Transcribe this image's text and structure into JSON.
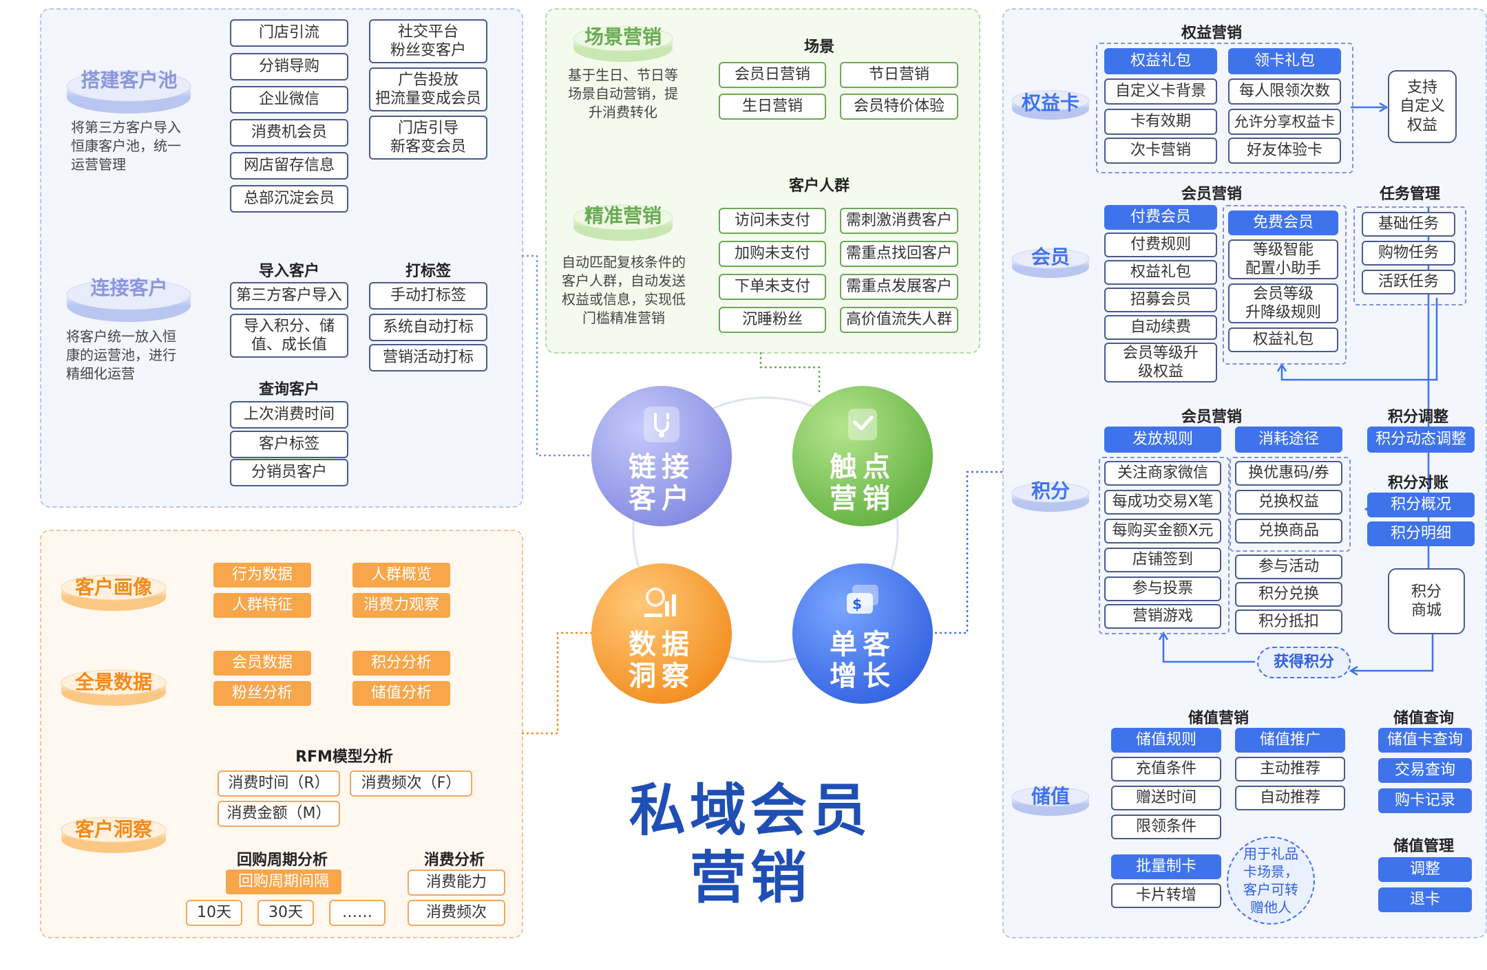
{
  "center": {
    "title_line1": "私域会员",
    "title_line2": "营销",
    "circles": {
      "link": [
        "链接",
        "客户"
      ],
      "touch": [
        "触点",
        "营销"
      ],
      "data": [
        "数据",
        "洞察"
      ],
      "growth": [
        "单客",
        "增长"
      ]
    }
  },
  "left_top": {
    "pool_label": "搭建客户池",
    "pool_desc": [
      "将第三方客户导入",
      "恒康客户池，统一",
      "运营管理"
    ],
    "pool_col1": [
      "门店引流",
      "分销导购",
      "企业微信",
      "消费机会员",
      "网店留存信息",
      "总部沉淀会员"
    ],
    "pool_col2": [
      [
        "社交平台",
        "粉丝变客户"
      ],
      [
        "广告投放",
        "把流量变成会员"
      ],
      [
        "门店引导",
        "新客变会员"
      ]
    ],
    "connect_label": "连接客户",
    "connect_desc": [
      "将客户统一放入恒",
      "康的运营池，进行",
      "精细化运营"
    ],
    "import_header": "导入客户",
    "import_items": [
      [
        "第三方客户导入"
      ],
      [
        "导入积分、储",
        "值、成长值"
      ]
    ],
    "tag_header": "打标签",
    "tag_items": [
      "手动打标签",
      "系统自动打标",
      "营销活动打标"
    ],
    "query_header": "查询客户",
    "query_items": [
      "上次消费时间",
      "客户标签",
      "分销员客户"
    ]
  },
  "top_mid": {
    "scene_label": "场景营销",
    "scene_desc": [
      "基于生日、节日等",
      "场景自动营销，提",
      "升消费转化"
    ],
    "scene_header": "场景",
    "scene_items": [
      "会员日营销",
      "节日营销",
      "生日营销",
      "会员特价体验"
    ],
    "precise_label": "精准营销",
    "precise_desc": [
      "自动匹配复核条件的",
      "客户人群，自动发送",
      "权益或信息，实现低",
      "门槛精准营销"
    ],
    "crowd_header": "客户人群",
    "crowd_items": [
      "访问未支付",
      "需刺激消费客户",
      "加购未支付",
      "需重点找回客户",
      "下单未支付",
      "需重点发展客户",
      "沉睡粉丝",
      "高价值流失人群"
    ]
  },
  "left_bottom": {
    "portrait_label": "客户画像",
    "portrait_items": [
      "行为数据",
      "人群概览",
      "人群特征",
      "消费力观察"
    ],
    "panorama_label": "全景数据",
    "panorama_items": [
      "会员数据",
      "积分分析",
      "粉丝分析",
      "储值分析"
    ],
    "insight_label": "客户洞察",
    "rfm_header": "RFM模型分析",
    "rfm_items": [
      "消费时间（R）",
      "消费频次（F）",
      "消费金额（M）"
    ],
    "repurchase_header": "回购周期分析",
    "repurchase_main": "回购周期间隔",
    "repurchase_items": [
      "10天",
      "30天",
      "……"
    ],
    "consume_header": "消费分析",
    "consume_items": [
      "消费能力",
      "消费频次"
    ]
  },
  "right": {
    "card_label": "权益卡",
    "card_header": "权益营销",
    "card_items": [
      "权益礼包",
      "领卡礼包",
      "自定义卡背景",
      "每人限领次数",
      "卡有效期",
      "允许分享权益卡",
      "次卡营销",
      "好友体验卡"
    ],
    "card_custom": [
      "支持",
      "自定义",
      "权益"
    ],
    "member_label": "会员",
    "member_header": "会员营销",
    "paid_items": [
      "付费会员",
      "付费规则",
      "权益礼包",
      "招募会员",
      "自动续费",
      [
        "会员等级升",
        "级权益"
      ]
    ],
    "free_items": [
      "免费会员",
      [
        "等级智能",
        "配置小助手"
      ],
      [
        "会员等级",
        "升降级规则"
      ],
      "权益礼包"
    ],
    "task_header": "任务管理",
    "task_items": [
      "基础任务",
      "购物任务",
      "活跃任务"
    ],
    "points_label": "积分",
    "points_header": "会员营销",
    "issue_items": [
      "发放规则",
      "关注商家微信",
      "每成功交易X笔",
      "每购买金额X元",
      "店铺签到",
      "参与投票",
      "营销游戏"
    ],
    "consume_items": [
      "消耗途径",
      "换优惠码/券",
      "兑换权益",
      "兑换商品",
      "参与活动",
      "积分兑换",
      "积分抵扣"
    ],
    "adjust_header": "积分调整",
    "adjust_items": [
      "积分动态调整"
    ],
    "recon_header": "积分对账",
    "recon_items": [
      "积分概况",
      "积分明细"
    ],
    "mall": [
      "积分",
      "商城"
    ],
    "earn": "获得积分",
    "stored_label": "储值",
    "stored_header": "储值营销",
    "stored_col1": [
      "储值规则",
      "充值条件",
      "赠送时间",
      "限领条件"
    ],
    "stored_col2": [
      "储值推广",
      "主动推荐",
      "自动推荐"
    ],
    "stored_batch": [
      "批量制卡",
      "卡片转增"
    ],
    "gift_note": [
      "用于礼品",
      "卡场景，",
      "客户可转",
      "赠他人"
    ],
    "query_header": "储值查询",
    "query_items": [
      "储值卡查询",
      "交易查询",
      "购卡记录"
    ],
    "manage_header": "储值管理",
    "manage_items": [
      "调整",
      "退卡"
    ]
  },
  "colors": {
    "blue": "#3f73ec",
    "green": "#6aaa54",
    "orange": "#f7a64a",
    "purple": "#8d93e6"
  }
}
